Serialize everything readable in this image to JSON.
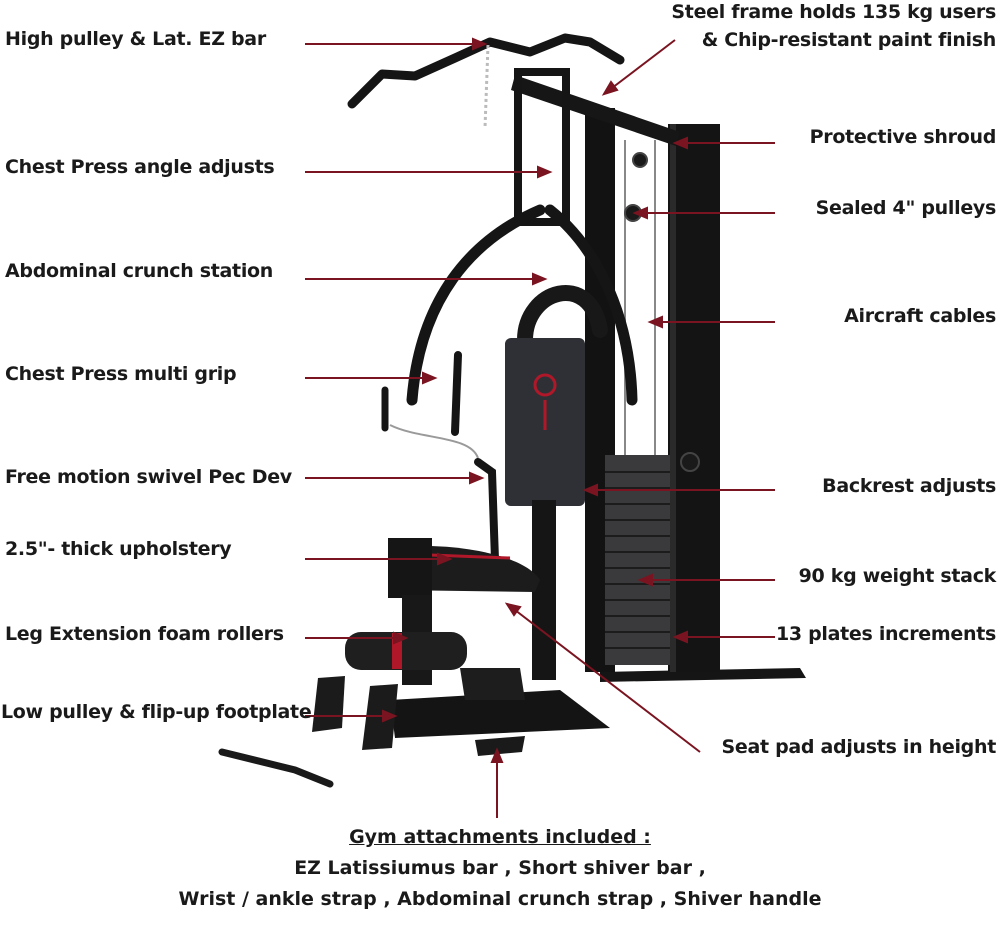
{
  "colors": {
    "leader": "#7a1420",
    "frame": "#111111",
    "pad": "#2f3035",
    "accent": "#b0182a"
  },
  "labels_left": [
    "High pulley & Lat. EZ bar",
    "Chest Press angle adjusts",
    "Abdominal crunch station",
    "Chest Press multi grip",
    "Free motion swivel Pec Dev",
    "2.5\"- thick upholstery",
    "Leg Extension foam rollers",
    "Low pulley & flip-up footplate"
  ],
  "labels_right": [
    "Steel frame holds 135 kg users",
    "& Chip-resistant paint finish",
    "Protective shroud",
    "Sealed 4\" pulleys",
    "Aircraft cables",
    "Backrest adjusts",
    "90 kg weight stack",
    "13 plates increments",
    "Seat pad adjusts in height"
  ],
  "footer": {
    "heading": "Gym attachments  included :",
    "line1": "EZ Latissiumus  bar ,  Short shiver bar ,",
    "line2": "Wrist / ankle strap , Abdominal crunch strap , Shiver handle"
  }
}
